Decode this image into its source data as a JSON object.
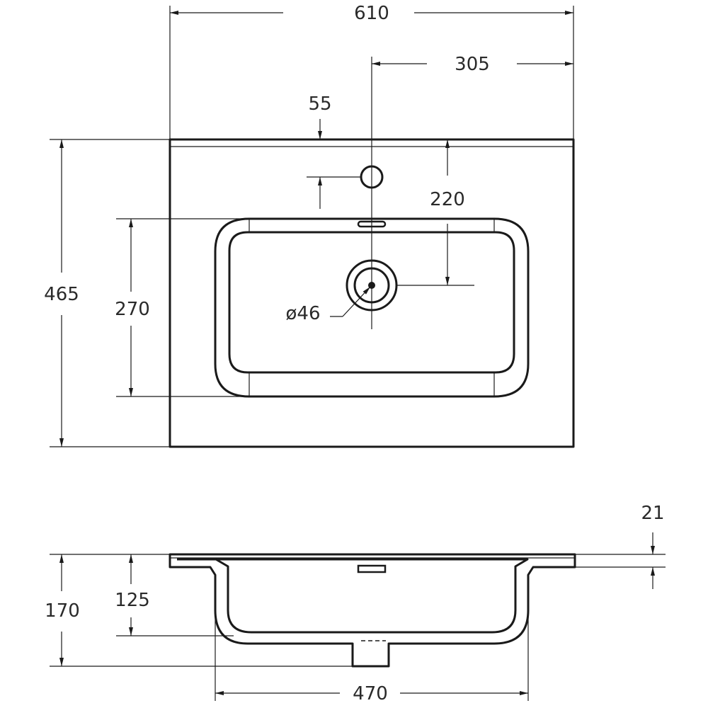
{
  "drawing": {
    "top_view": {
      "overall_width": "610",
      "half_width": "305",
      "tap_hole_offset": "55",
      "drain_distance": "220",
      "overall_depth": "465",
      "bowl_depth": "270",
      "drain_diameter": "ø46"
    },
    "side_view": {
      "rim_thickness": "21",
      "total_height": "170",
      "bowl_height": "125",
      "bowl_width": "470"
    }
  }
}
